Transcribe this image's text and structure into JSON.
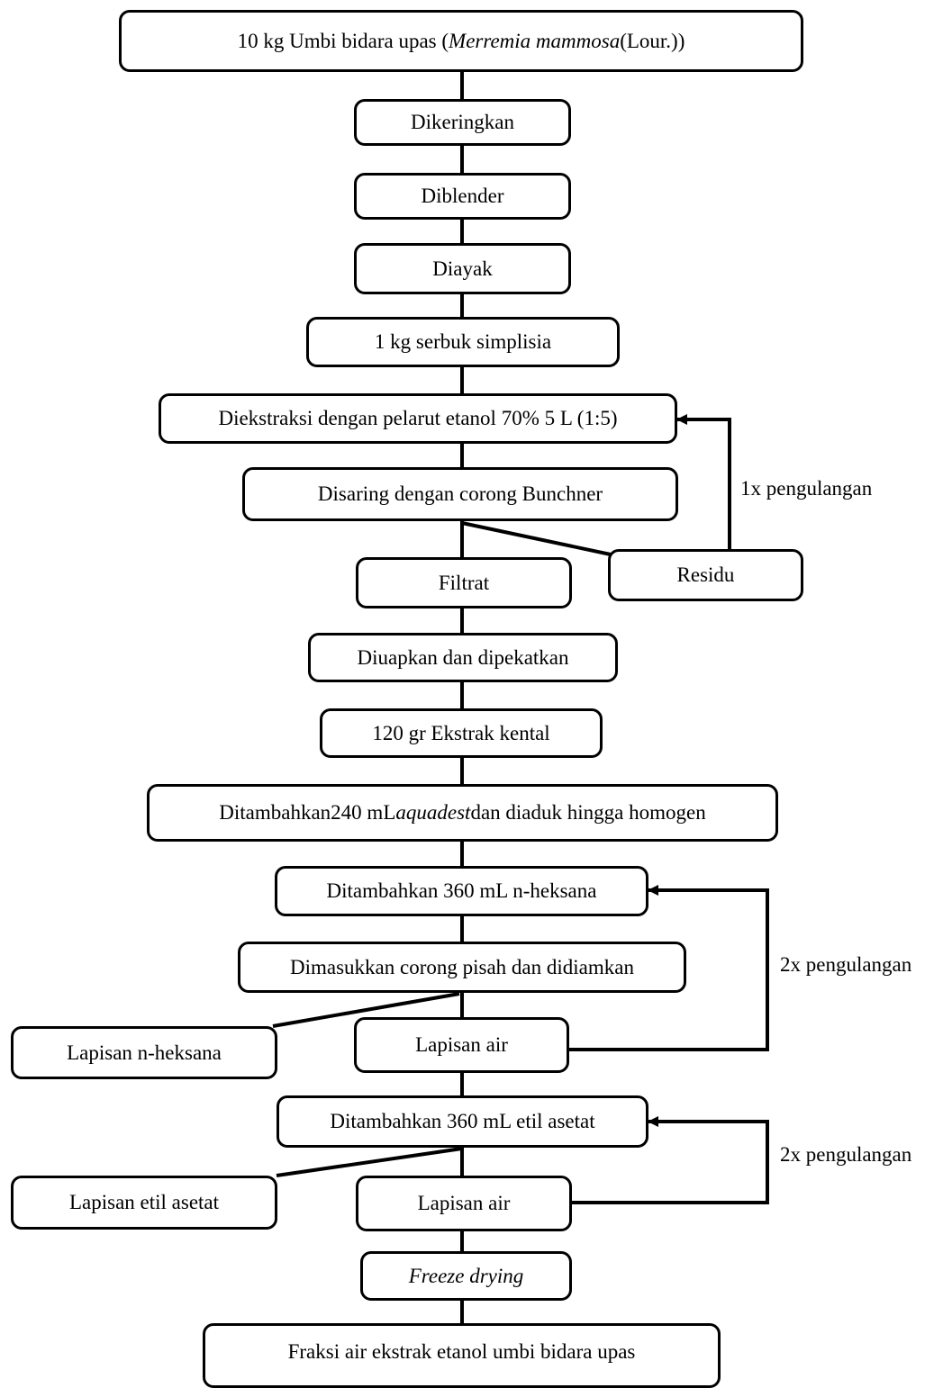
{
  "steps": {
    "start": {
      "pre": "10 kg Umbi bidara upas (",
      "italic": "Merremia mammosa",
      "post": " (Lour.))"
    },
    "dry": "Dikeringkan",
    "blend": "Diblender",
    "sieve": "Diayak",
    "powder": "1 kg serbuk simplisia",
    "extract": "Diekstraksi dengan pelarut etanol 70%  5 L (1:5)",
    "filter": "Disaring dengan corong Bunchner",
    "filtrate": "Filtrat",
    "residue": "Residu",
    "evaporate": "Diuapkan dan dipekatkan",
    "thick_extract": "120 gr Ekstrak kental",
    "add_water": {
      "pre": "Ditambahkan240 mL ",
      "italic": "aquadest",
      "post": " dan diaduk hingga homogen"
    },
    "add_hexane": "Ditambahkan 360 mL n-heksana",
    "separate": "Dimasukkan corong pisah dan didiamkan",
    "hexane_layer": "Lapisan n-heksana",
    "water_layer_1": "Lapisan air",
    "add_ethyl": "Ditambahkan 360 mL etil asetat",
    "ethyl_layer": "Lapisan etil asetat",
    "water_layer_2": "Lapisan air",
    "freeze": "Freeze drying",
    "final": "Fraksi air ekstrak etanol umbi bidara upas"
  },
  "loops": {
    "extraction_repeat": "1x pengulangan",
    "hexane_repeat": "2x pengulangan",
    "ethyl_repeat": "2x pengulangan"
  }
}
